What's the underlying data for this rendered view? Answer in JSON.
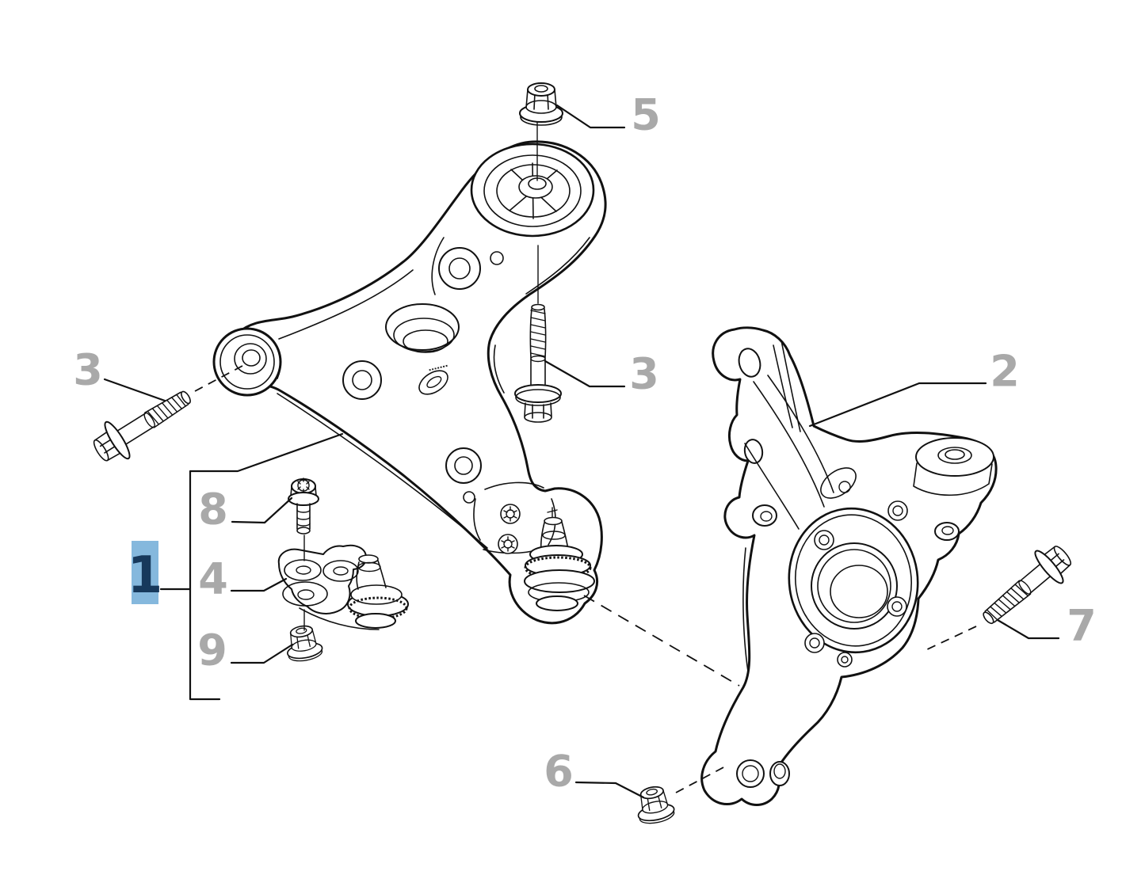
{
  "diagram": {
    "type": "exploded-parts-diagram",
    "subject": "front-suspension-control-arm-and-steering-knuckle"
  },
  "colors": {
    "background": "#ffffff",
    "line": "#111111",
    "number_gray": "#a9a9a9",
    "highlight_box": "#85b8dd",
    "highlight_number": "#17395c"
  },
  "callouts": {
    "c1": {
      "label": "1",
      "highlighted": true
    },
    "c2": {
      "label": "2"
    },
    "c3_left": {
      "label": "3"
    },
    "c3_middle": {
      "label": "3"
    },
    "c4": {
      "label": "4"
    },
    "c5": {
      "label": "5"
    },
    "c6": {
      "label": "6"
    },
    "c7": {
      "label": "7"
    },
    "c8": {
      "label": "8"
    },
    "c9": {
      "label": "9"
    }
  }
}
